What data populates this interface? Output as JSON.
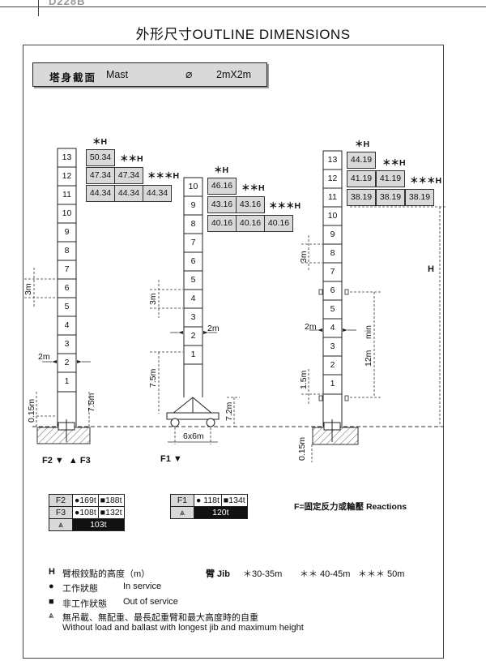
{
  "header": {
    "code": "D228B",
    "title": "外形尺寸OUTLINE DIMENSIONS"
  },
  "mast": {
    "label_cn": "塔身截面",
    "label_en": "Mast",
    "symbol": "⌀",
    "size": "2mX2m"
  },
  "left_tower": {
    "sections": [
      "13",
      "12",
      "11",
      "10",
      "9",
      "8",
      "7",
      "6",
      "5",
      "4",
      "3",
      "2",
      "1"
    ],
    "h_table": {
      "headers": [
        "＊H",
        "＊＊H",
        "＊＊＊H"
      ],
      "rows": [
        [
          "50.34"
        ],
        [
          "47.34",
          "47.34"
        ],
        [
          "44.34",
          "44.34",
          "44.34"
        ]
      ]
    },
    "dims": {
      "section_height": "3m",
      "width": "2m",
      "base": "7.5m",
      "ground": "0.15m"
    }
  },
  "mid_tower": {
    "sections": [
      "10",
      "9",
      "8",
      "7",
      "6",
      "5",
      "4",
      "3",
      "2",
      "1"
    ],
    "h_table": {
      "headers": [
        "＊H",
        "＊＊H",
        "＊＊＊H"
      ],
      "rows": [
        [
          "46.16"
        ],
        [
          "43.16",
          "43.16"
        ],
        [
          "40.16",
          "40.16",
          "40.16"
        ]
      ]
    },
    "dims": {
      "section_height": "3m",
      "width": "2m",
      "base": "7.5m",
      "chassis_height": "7.2m",
      "chassis_base": "6x6m"
    }
  },
  "right_tower": {
    "sections": [
      "13",
      "12",
      "11",
      "10",
      "9",
      "8",
      "7",
      "6",
      "5",
      "4",
      "3",
      "2",
      "1"
    ],
    "h_table": {
      "headers": [
        "＊H",
        "＊＊H",
        "＊＊＊H"
      ],
      "rows": [
        [
          "44.19"
        ],
        [
          "41.19",
          "41.19"
        ],
        [
          "38.19",
          "38.19",
          "38.19"
        ]
      ]
    },
    "dims": {
      "section_height": "3m",
      "width": "2m",
      "min_label": "min",
      "min_value": "12m",
      "base": "1.5m",
      "ground": "0.15m",
      "h_label": "H"
    }
  },
  "forces": {
    "f2": "F2",
    "f3": "F3",
    "f1": "F1",
    "arrow_down": "▼",
    "arrow_up": "▲"
  },
  "reaction_table_left": {
    "rows": [
      {
        "label": "F2",
        "a": "●169t",
        "b": "■188t"
      },
      {
        "label": "F3",
        "a": "●108t",
        "b": "■132t"
      }
    ],
    "total": "103t"
  },
  "reaction_table_mid": {
    "row": {
      "label": "F1",
      "a": "● 118t",
      "b": "■134t"
    },
    "total": "120t"
  },
  "reactions_note": "F=固定反力或輪壓 Reactions",
  "legend": {
    "h_symbol": "H",
    "h_desc": "臂根鉸點的高度（m）",
    "jib_label": "臂 Jib",
    "jib_1": "＊30-35m",
    "jib_2": "＊＊ 40-45m",
    "jib_3": "＊＊＊ 50m",
    "in_service_cn": "工作狀態",
    "in_service_en": "In service",
    "out_service_cn": "非工作狀態",
    "out_service_en": "Out of service",
    "weight_cn": "無吊載、無配重、最長起重臂和最大高度時的自重",
    "weight_en": "Without load and ballast with longest jib and maximum height"
  }
}
